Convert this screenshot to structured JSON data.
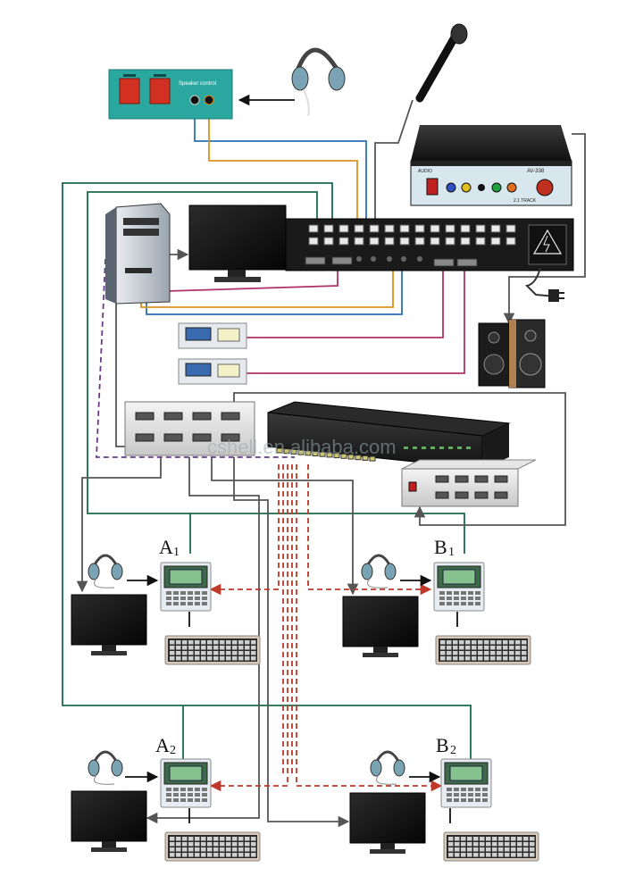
{
  "diagram": {
    "watermark": "cshell.en.alibaba.com",
    "stations": {
      "a1": {
        "letter": "A",
        "number": "1"
      },
      "b1": {
        "letter": "B",
        "number": "1"
      },
      "a2": {
        "letter": "A",
        "number": "2"
      },
      "b2": {
        "letter": "B",
        "number": "2"
      }
    },
    "amplifier": {
      "brand": "AUDIO",
      "model": "AV-338",
      "subtitle": "2.1 TRACK"
    },
    "switch_box": {
      "label": "Speaker control"
    },
    "colors": {
      "green_line": "#1a6b4a",
      "blue_line": "#2a6fb5",
      "orange_line": "#e09020",
      "magenta_line": "#b0306a",
      "gray_line": "#555555",
      "red_dashed": "#c0392b",
      "purple_dashed": "#6a3a8a",
      "panel_teal": "#2aa8a0"
    }
  }
}
